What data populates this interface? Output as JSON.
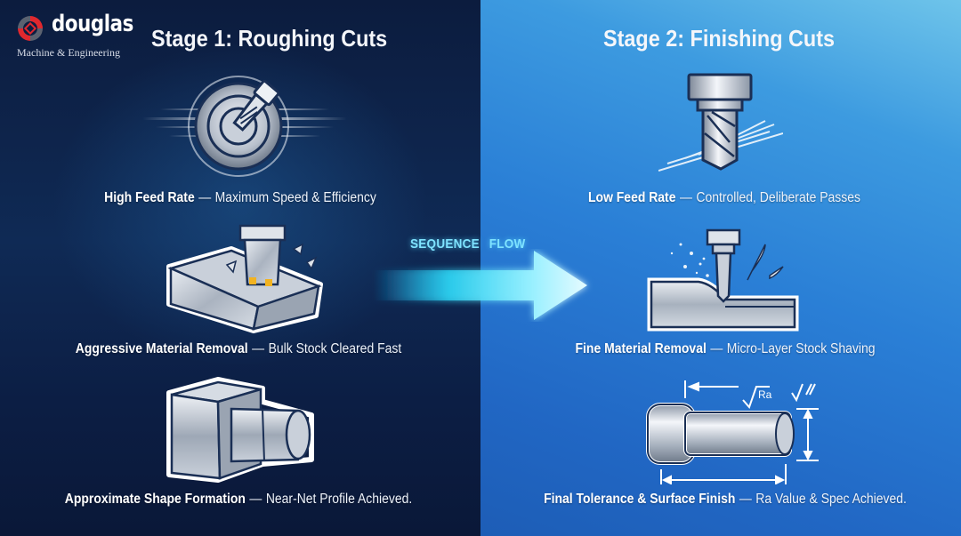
{
  "brand": {
    "name": "douglas",
    "tagline": "Machine & Engineering",
    "colors": {
      "red": "#e0282e",
      "gray": "#5b6270"
    }
  },
  "stages": [
    {
      "title": "Stage 1: Roughing Cuts",
      "background": "#0c1c3e",
      "items": [
        {
          "icon": "spinning-drill-target-icon",
          "bold": "High Feed Rate",
          "rest": "Maximum Speed & Efficiency"
        },
        {
          "icon": "face-mill-bulk-removal-icon",
          "bold": "Aggressive Material Removal",
          "rest": "Bulk Stock Cleared Fast"
        },
        {
          "icon": "rough-turned-part-icon",
          "bold": "Approximate Shape Formation",
          "rest": "Near-Net Profile Achieved."
        }
      ]
    },
    {
      "title": "Stage 2: Finishing Cuts",
      "background": "#2a7fd6",
      "items": [
        {
          "icon": "end-mill-light-pass-icon",
          "bold": "Low Feed Rate",
          "rest": "Controlled, Deliberate Passes"
        },
        {
          "icon": "fine-cut-shaving-icon",
          "bold": "Fine Material Removal",
          "rest": "Micro-Layer Stock Shaving"
        },
        {
          "icon": "finished-shaft-tolerance-icon",
          "bold": "Final Tolerance & Surface Finish",
          "rest": "Ra Value & Spec Achieved."
        }
      ]
    }
  ],
  "flow": {
    "label_1": "SEQUENCE",
    "label_2": "FLOW",
    "icon": "arrow-right-icon",
    "color": "#7fe3ff"
  },
  "dash": "—",
  "drawing": {
    "surface_symbol": "Ra"
  }
}
